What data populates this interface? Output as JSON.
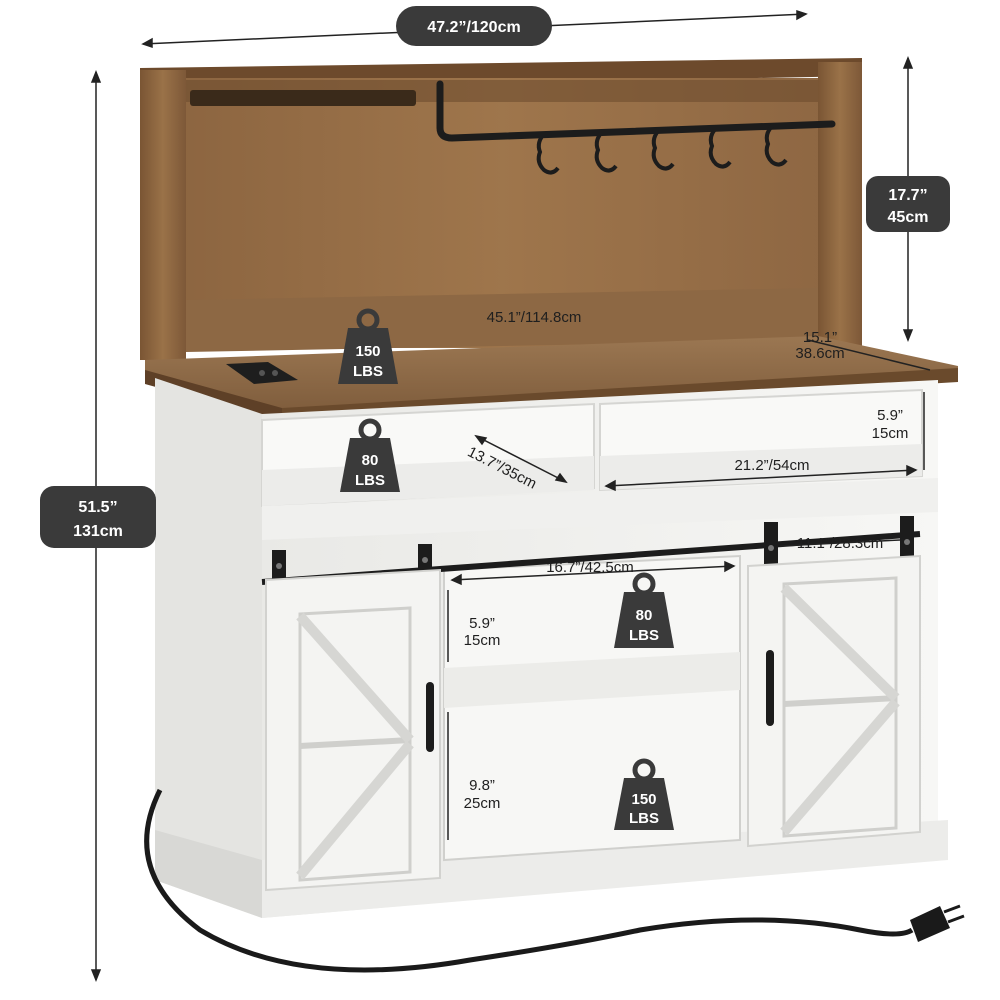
{
  "dimensions": {
    "width": "47.2”/120cm",
    "height_line1": "51.5”",
    "height_line2": "131cm",
    "hutch_line1": "17.7”",
    "hutch_line2": "45cm",
    "inner_width": "45.1”/114.8cm",
    "depth_line1": "15.1”",
    "depth_line2": "38.6cm",
    "open_shelf_h1": "5.9”",
    "open_shelf_h2": "15cm",
    "open_shelf_width": "21.2”/54cm",
    "open_shelf_depth": "13.7”/35cm",
    "middle_width": "16.7”/42.5cm",
    "door_width": "11.1”/28.3cm",
    "mid_upper_h1": "5.9”",
    "mid_upper_h2": "15cm",
    "mid_lower_h1": "9.8”",
    "mid_lower_h2": "25cm"
  },
  "weights": {
    "top": {
      "line1": "150",
      "line2": "LBS"
    },
    "open_shelf": {
      "line1": "80",
      "line2": "LBS"
    },
    "middle_shelf": {
      "line1": "80",
      "line2": "LBS"
    },
    "bottom_shelf": {
      "line1": "150",
      "line2": "LBS"
    }
  },
  "colors": {
    "wood": "#8a6440",
    "white": "#f2f2f0",
    "hardware": "#1c1c1c",
    "pill": "#3a3a3a"
  }
}
